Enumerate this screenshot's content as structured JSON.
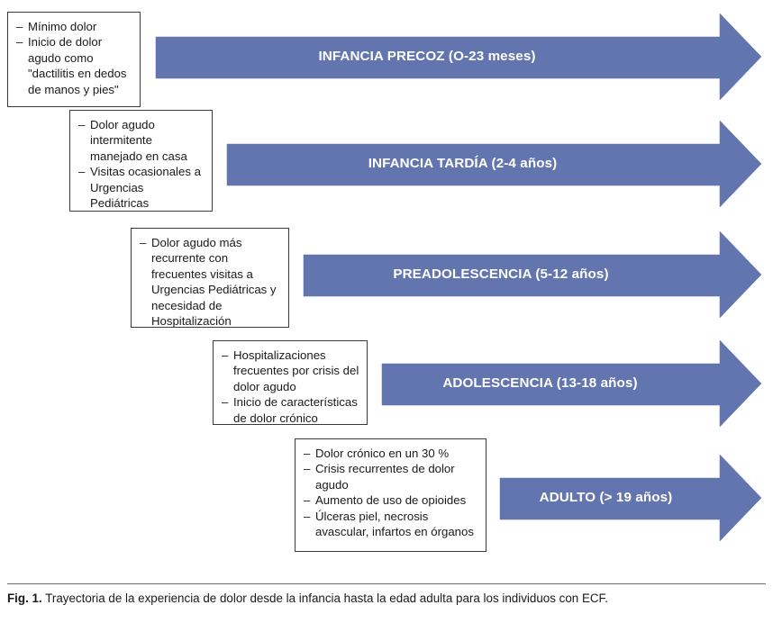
{
  "figure": {
    "caption_label": "Fig. 1.",
    "caption_text": "Trayectoria de la experiencia de dolor desde la infancia hasta la edad adulta para los individuos con ECF.",
    "arrow_color": "#6275AE",
    "box_border_color": "#3a3a3a",
    "label_color": "#FFFFFF"
  },
  "stages": [
    {
      "id": "infancia-precoz",
      "arrow_label": "INFANCIA PRECOZ (O-23 meses)",
      "bullets": [
        "Mínimo dolor",
        "Inicio de dolor agudo como \"dactilitis en dedos de manos y pies\""
      ]
    },
    {
      "id": "infancia-tardia",
      "arrow_label": "INFANCIA TARDÍA (2-4 años)",
      "bullets": [
        "Dolor agudo intermitente manejado en casa",
        "Visitas ocasionales a Urgencias Pediátricas"
      ]
    },
    {
      "id": "preadolescencia",
      "arrow_label": "PREADOLESCENCIA (5-12 años)",
      "bullets": [
        "Dolor agudo más recurrente con frecuentes visitas a Urgencias Pediátricas y necesidad de Hospitalización"
      ]
    },
    {
      "id": "adolescencia",
      "arrow_label": "ADOLESCENCIA (13-18 años)",
      "bullets": [
        "Hospitalizaciones frecuentes por crisis del dolor agudo",
        "Inicio de características de dolor crónico"
      ]
    },
    {
      "id": "adulto",
      "arrow_label": "ADULTO (> 19 años)",
      "bullets": [
        "Dolor crónico en un 30 %",
        "Crisis recurrentes de dolor agudo",
        "Aumento de uso de opioides",
        "Úlceras piel, necrosis avascular, infartos en órganos"
      ]
    }
  ]
}
